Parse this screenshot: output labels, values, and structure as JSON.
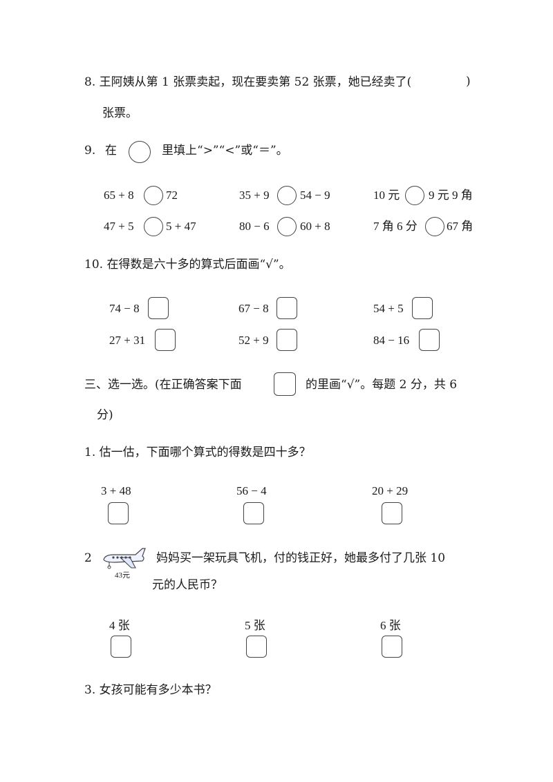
{
  "q8": {
    "line1": "8. 王阿姨从第 1 张票卖起，现在要卖第 52 张票，她已经卖了(",
    "close_paren": ")",
    "line2": "张票。"
  },
  "q9": {
    "num": "9.",
    "pre": "在",
    "post": "里填上“>”“<”或“＝”。",
    "rows": [
      [
        {
          "left": "65 + 8",
          "right": "72"
        },
        {
          "left": "35 + 9",
          "right": "54 − 9"
        },
        {
          "left": "10 元",
          "right": "9 元 9 角"
        }
      ],
      [
        {
          "left": "47 + 5",
          "right": "5 + 47"
        },
        {
          "left": "80 − 6",
          "right": "60 + 8"
        },
        {
          "left": "7 角 6 分",
          "right": "67 角"
        }
      ]
    ]
  },
  "q10": {
    "title": "10. 在得数是六十多的算式后面画“√”。",
    "rows": [
      [
        "74 − 8",
        "67 − 8",
        "54 + 5"
      ],
      [
        "27 + 31",
        "52 + 9",
        "84 − 16"
      ]
    ]
  },
  "section3": {
    "pre": "三、选一选。(在正确答案下面",
    "post": "的里画“√”。每题 2 分，共 6",
    "line2": "分)"
  },
  "c1": {
    "title": "1. 估一估，下面哪个算式的得数是四十多？",
    "options": [
      "3 + 48",
      "56 − 4",
      "20 + 29"
    ]
  },
  "c2": {
    "num": "2",
    "price_tag": "43元",
    "line1": "妈妈买一架玩具飞机，付的钱正好，她最多付了几张 10",
    "line2": "元的人民币？",
    "options": [
      "4 张",
      "5 张",
      "6 张"
    ]
  },
  "c3": {
    "title": "3. 女孩可能有多少本书？"
  }
}
